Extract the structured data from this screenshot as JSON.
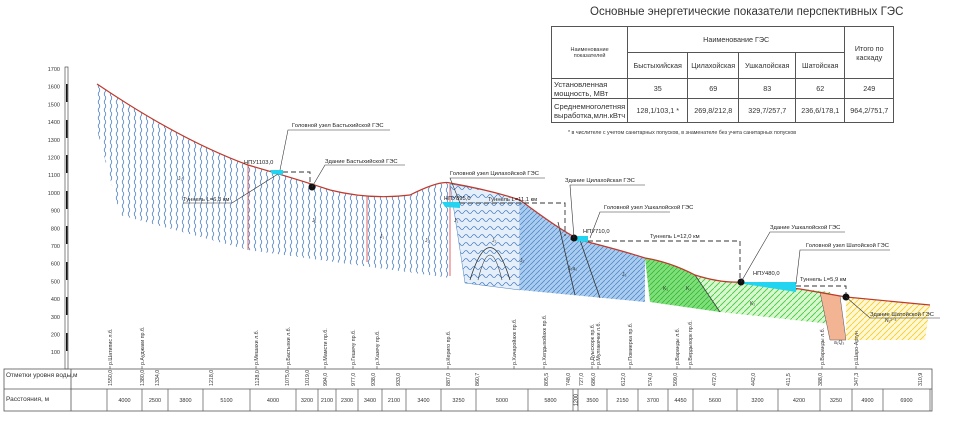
{
  "title": "Основные энергетические показатели перспективных ГЭС",
  "summary_table": {
    "col_indicator": "Наименование показателей",
    "col_group": "Наименование ГЭС",
    "col_total": "Итого по каскаду",
    "plants": [
      "Быстыхийская",
      "Цилахойская",
      "Ушкалойская",
      "Шатойская"
    ],
    "rows": [
      {
        "label": "Установленная мощность, МВт",
        "values": [
          "35",
          "69",
          "83",
          "62"
        ],
        "total": "249"
      },
      {
        "label": "Среднемноголетняя выработка,млн.кВтч",
        "values": [
          "128,1/103,1 *",
          "269,8/212,8",
          "329,7/257,7",
          "236,6/178,1"
        ],
        "total": "964,2/751,7"
      }
    ],
    "footnote": "* в числителе с учетом санитарных попусков, в знаменателе без учета санитарных попусков"
  },
  "axis": {
    "ticks": [
      "1700",
      "1600",
      "1500",
      "1400",
      "1300",
      "1200",
      "1100",
      "1000",
      "900",
      "800",
      "700",
      "600",
      "500",
      "400",
      "300",
      "200",
      "100"
    ]
  },
  "rivers": [
    "р.Шатипис л.б.",
    "р.Ауджаки пр.б.",
    "р.Мешахи л.б.",
    "р.Бастыхки л.б.",
    "р.Мамсти пр.б.",
    "р.Гешечу пр.б.",
    "р.Хазечу пр.б.",
    "р.Кериго пр.б.",
    "р.Хачаройахк пр.б.",
    "р.Хелдыхойахк пр.б.",
    "р.Дуысхорк пр.б.",
    "р.Мулгакечки л.б.",
    "р.Помиерка пр.б.",
    "р.Варанды л.б.",
    "р.Вердыхорк пр.б.",
    "р.Варанды л.б.",
    "р.Шаро-Аргун"
  ],
  "bottom_table": {
    "row1_label": "Отметки уровня воды,м",
    "row2_label": "Расстояния, м",
    "levels": [
      "1550,0",
      "1380,0",
      "1334,0",
      "1218,0",
      "1128,0",
      "1075,0",
      "1019,0",
      "994,0",
      "977,0",
      "938,0",
      "933,0",
      "887,0",
      "860,7",
      "805,5",
      "748,0",
      "727,0",
      "686,0",
      "612,0",
      "574,0",
      "509,0",
      "472,0",
      "442,0",
      "411,5",
      "388,0",
      "347,3",
      "310,9"
    ],
    "distances": [
      "4000",
      "2500",
      "3800",
      "5100",
      "4000",
      "3200",
      "2100",
      "2300",
      "3400",
      "2100",
      "3400",
      "3250",
      "5000",
      "5800",
      "1200",
      "3500",
      "2150",
      "3700",
      "4450",
      "5600",
      "3200",
      "4200",
      "3250",
      "4900",
      "6900"
    ]
  },
  "annotations": {
    "npu1": "НПУ1103,0",
    "npu2": "НПУ895,0",
    "npu3": "НПУ710,0",
    "npu4": "НПУ480,0",
    "head1": "Головной узел Бастыхийской ГЭС",
    "bld1": "Здание Бастыхийской ГЭС",
    "tun1": "Туннель L=6,3 км",
    "head2": "Головной узел Цилахойской ГЭС",
    "bld2": "Здание Цилахойская ГЭС",
    "tun2": "Туннель L=11,1 км",
    "head3": "Головной узел Ушкалойской ГЭС",
    "bld3": "Здание Ушкалойской ГЭС",
    "tun3": "Туннель L=12,0 км",
    "head4": "Головной узел Шатойской ГЭС",
    "bld4": "Здание Шатойской ГЭС",
    "tun4": "Туннель L=5,9 км",
    "geo": [
      "J₁ᵗ",
      "J₁",
      "J₁",
      "J₁",
      "J₁",
      "J₂",
      "J₂",
      "J₂a₁",
      "J₃",
      "K₁",
      "K₁",
      "K₂",
      "a₁Q₃",
      "N₁²⁻³"
    ]
  },
  "colors": {
    "schist": "#4a7fc1",
    "limestone_blue": "#8ab8e8",
    "green": "#5fd35a",
    "orange": "#f0a070",
    "yellow": "#f5d842",
    "reservoir": "#22d4f0",
    "surface": "#c0392b"
  }
}
